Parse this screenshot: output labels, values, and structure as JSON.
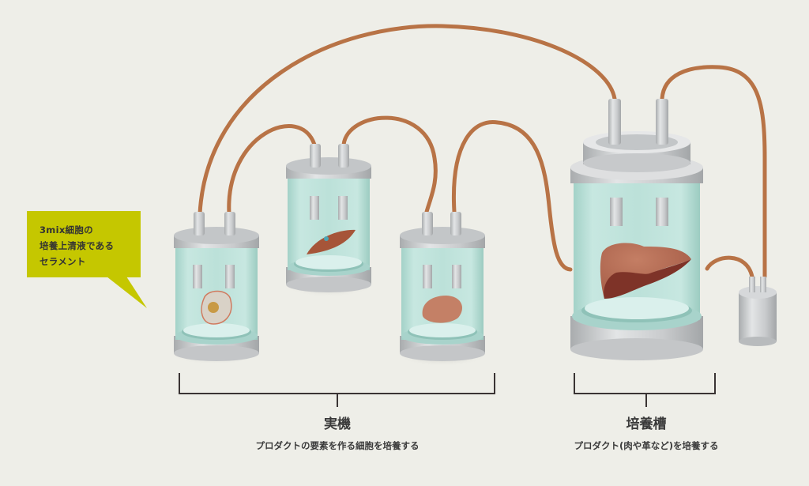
{
  "callout": {
    "lines": [
      "3mix細胞の",
      "培養上清液である",
      "セラメント"
    ],
    "color": "#c5c700"
  },
  "groups": [
    {
      "title": "実機",
      "description": "プロダクトの要素を作る細胞を培養する"
    },
    {
      "title": "培養槽",
      "description": "プロダクト(肉や革など)を培養する"
    }
  ],
  "vessels": [
    {
      "id": "vessel-1",
      "content": "cell"
    },
    {
      "id": "vessel-2",
      "content": "spindle-cell"
    },
    {
      "id": "vessel-3",
      "content": "tissue"
    },
    {
      "id": "culture-tank",
      "content": "liver"
    },
    {
      "id": "small-reservoir",
      "content": "empty"
    }
  ],
  "colors": {
    "tube": "#b87346",
    "background": "#eeeee8",
    "glass": "#bfe3dc",
    "metal": "#c5c8ca",
    "liver": "#9a4a3a"
  }
}
